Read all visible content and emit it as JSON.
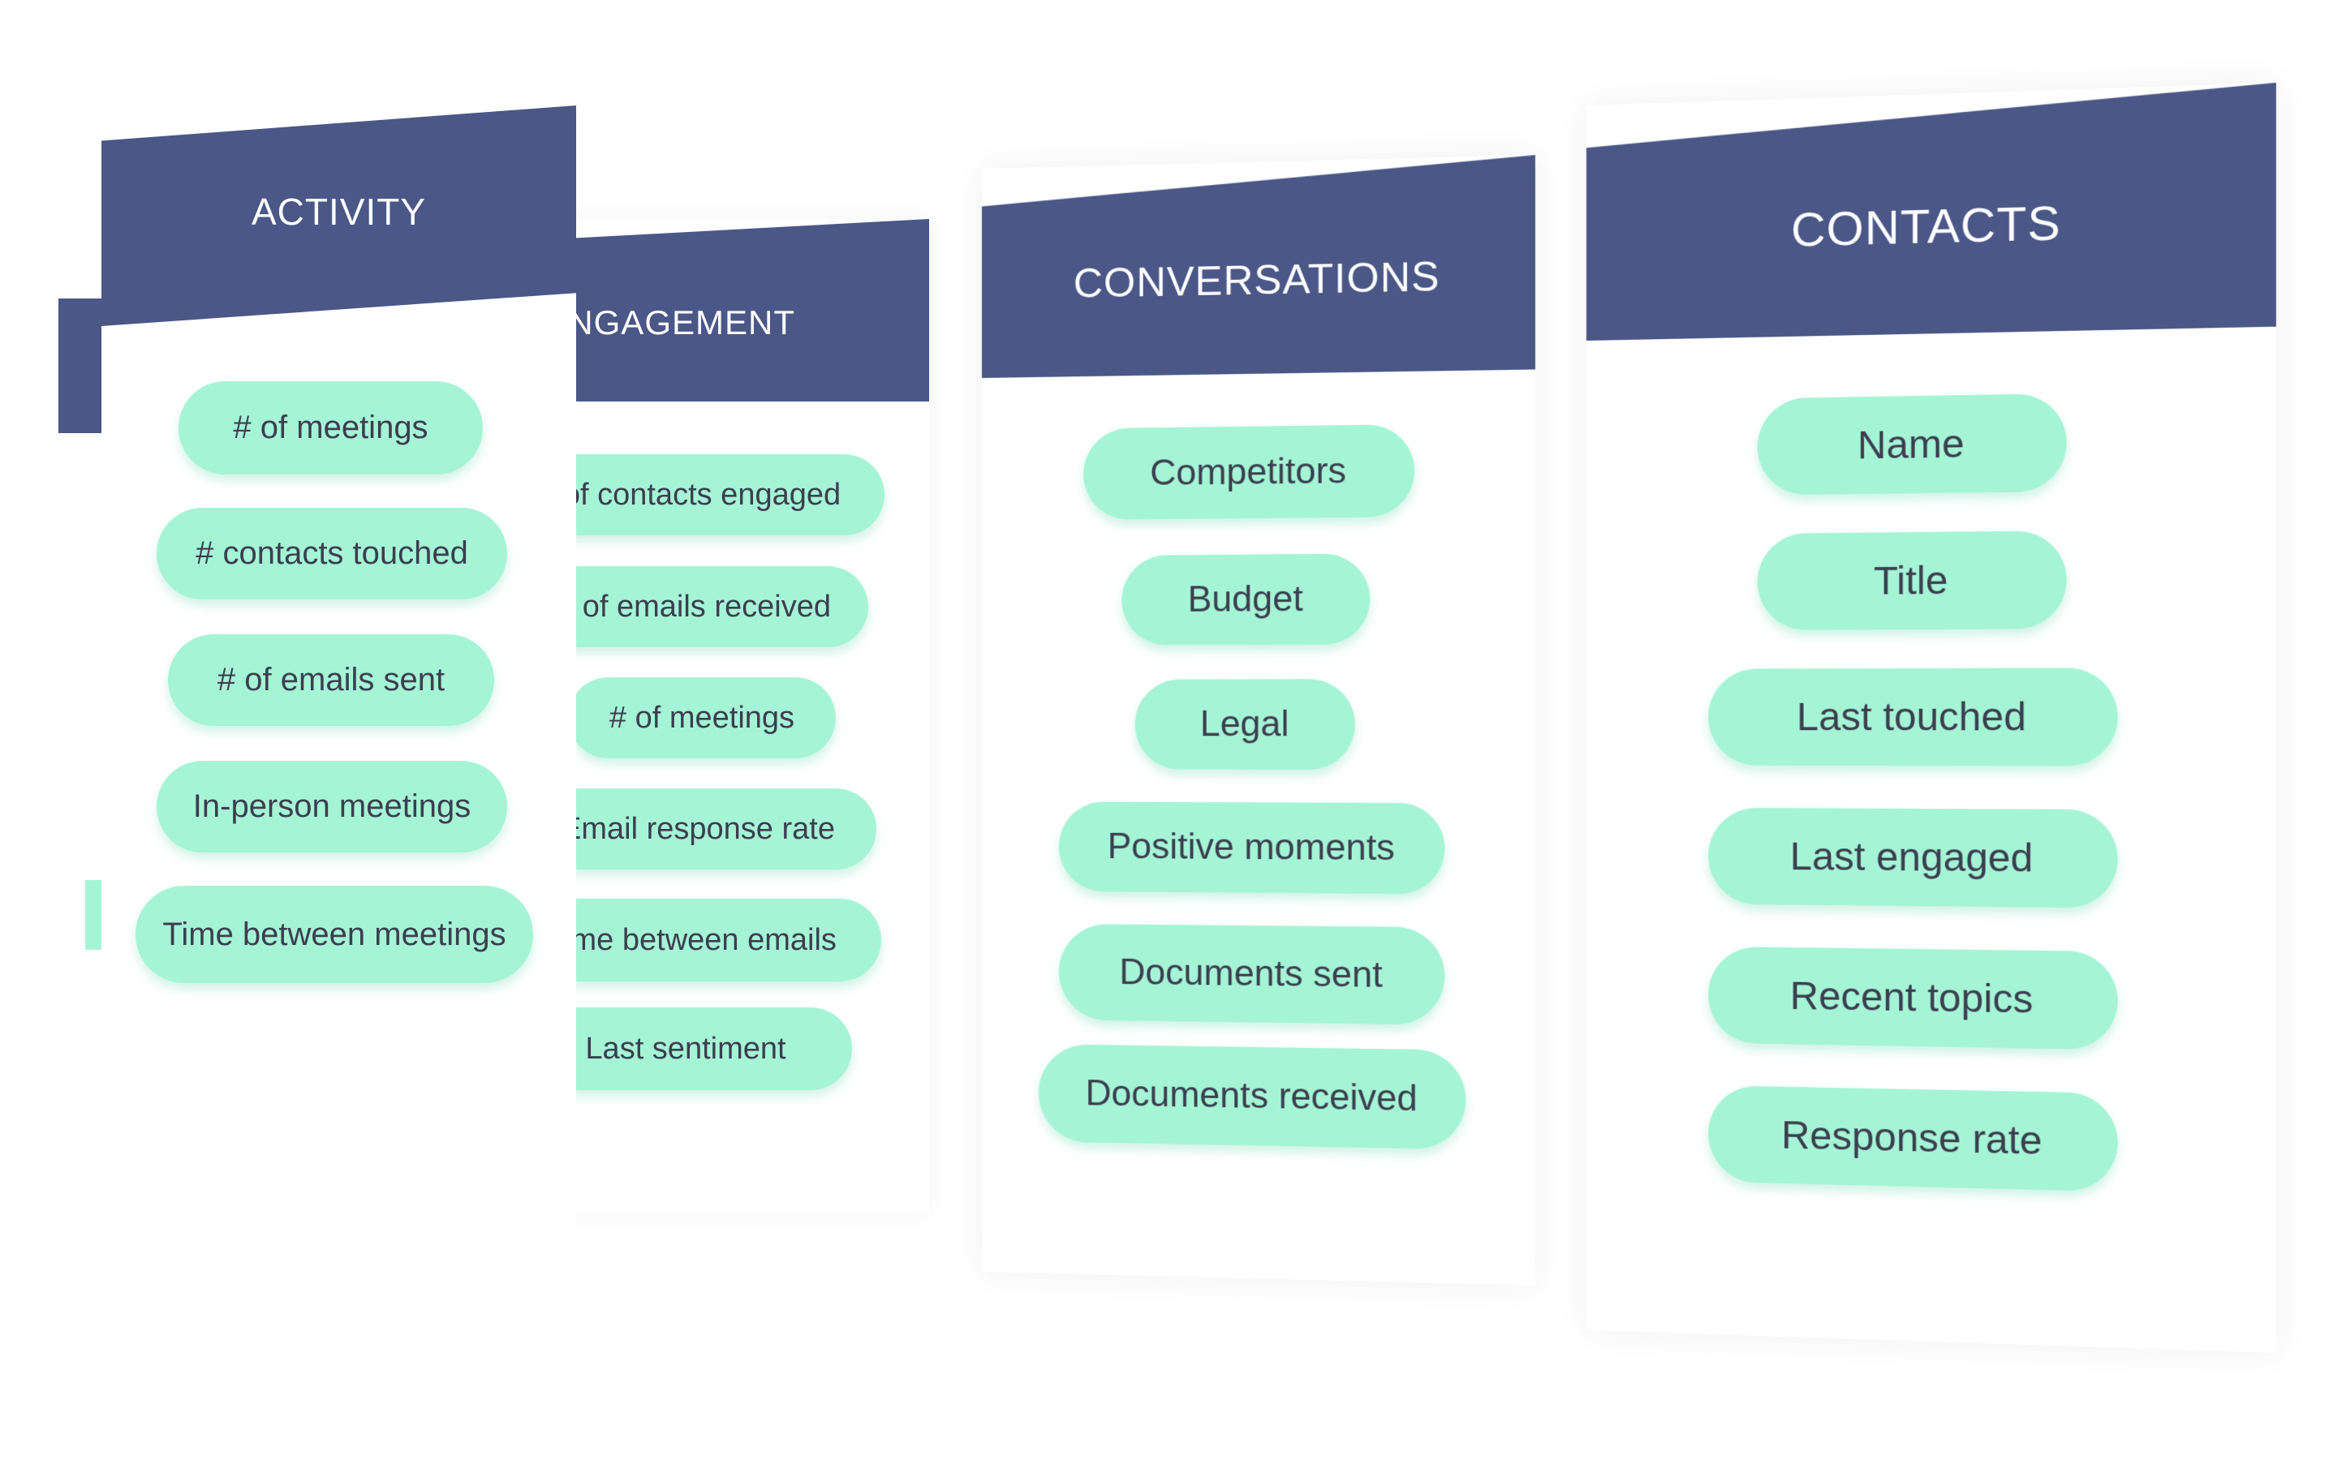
{
  "palette": {
    "header": "#4a5787",
    "pill": "#a6f4d6",
    "pill_text": "#3a3f4d",
    "header_text": "#ffffff"
  },
  "cards": {
    "activity": {
      "title": "ACTIVITY",
      "items": [
        "# of meetings",
        "# contacts touched",
        "# of emails sent",
        "In-person meetings",
        "Time between meetings"
      ]
    },
    "engagement": {
      "title": "ENGAGEMENT",
      "items": [
        "of contacts engaged",
        "# of emails received",
        "# of meetings",
        "Email response rate",
        "ime between emails",
        "Last sentiment"
      ]
    },
    "conversations": {
      "title": "CONVERSATIONS",
      "items": [
        "Competitors",
        "Budget",
        "Legal",
        "Positive moments",
        "Documents sent",
        "Documents received"
      ]
    },
    "contacts": {
      "title": "CONTACTS",
      "items": [
        "Name",
        "Title",
        "Last touched",
        "Last engaged",
        "Recent topics",
        "Response rate"
      ]
    }
  }
}
